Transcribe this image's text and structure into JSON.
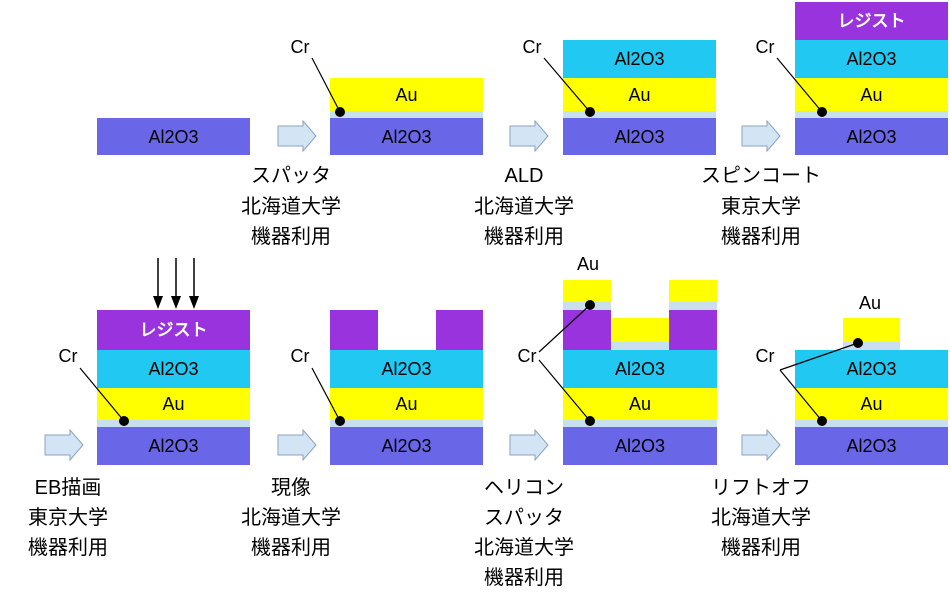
{
  "materials": {
    "al2o3": "Al2O3",
    "au": "Au",
    "cr": "Cr",
    "resist": "レジスト"
  },
  "colors": {
    "al2o3_substrate": "#6a66e8",
    "al2o3_ald": "#20c8f2",
    "au": "#ffff00",
    "cr": "#c8e0ee",
    "resist": "#9933dd",
    "process_arrow": "#d3e5f5"
  },
  "process_steps": [
    {
      "caption": [
        "スパッタ",
        "北海道大学",
        "機器利用"
      ]
    },
    {
      "caption": [
        "ALD",
        "北海道大学",
        "機器利用"
      ]
    },
    {
      "caption": [
        "スピンコート",
        "東京大学",
        "機器利用"
      ]
    },
    {
      "caption": [
        "EB描画",
        "東京大学",
        "機器利用"
      ]
    },
    {
      "caption": [
        "現像",
        "北海道大学",
        "機器利用"
      ]
    },
    {
      "caption": [
        "ヘリコン",
        "スパッタ",
        "北海道大学",
        "機器利用"
      ]
    },
    {
      "caption": [
        "リフトオフ",
        "北海道大学",
        "機器利用"
      ]
    }
  ]
}
